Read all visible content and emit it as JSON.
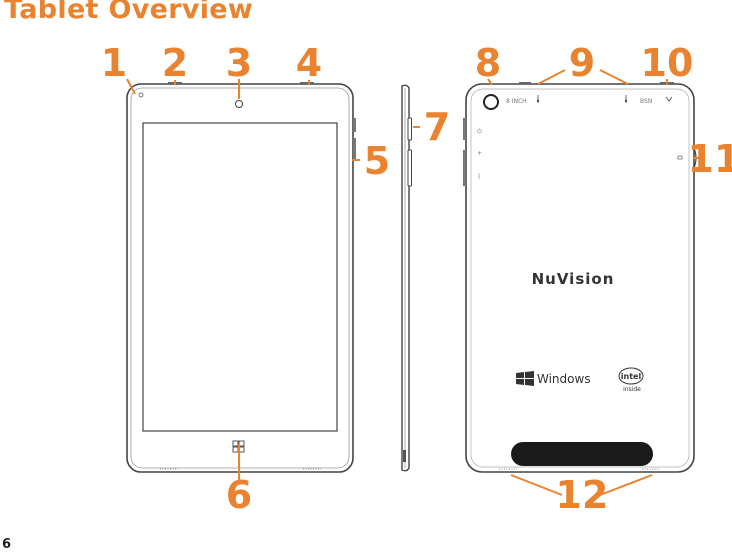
{
  "page": {
    "title": "Tablet Overview",
    "page_number": "6"
  },
  "colors": {
    "accent": "#e9832f",
    "outline": "#444444"
  },
  "callouts": [
    "1",
    "2",
    "3",
    "4",
    "5",
    "6",
    "7",
    "8",
    "9",
    "10",
    "11",
    "12"
  ],
  "back_labels": {
    "inch": "8 INCH",
    "bsn": "BSN"
  },
  "branding": {
    "brand": "NuVision",
    "os": "Windows",
    "chip_brand": "intel",
    "chip_sub": "inside"
  },
  "icons": [
    "windows-home-icon",
    "camera-icon",
    "usb-icon",
    "headphone-icon",
    "power-icon",
    "volume-plus-icon",
    "volume-minus-icon"
  ]
}
